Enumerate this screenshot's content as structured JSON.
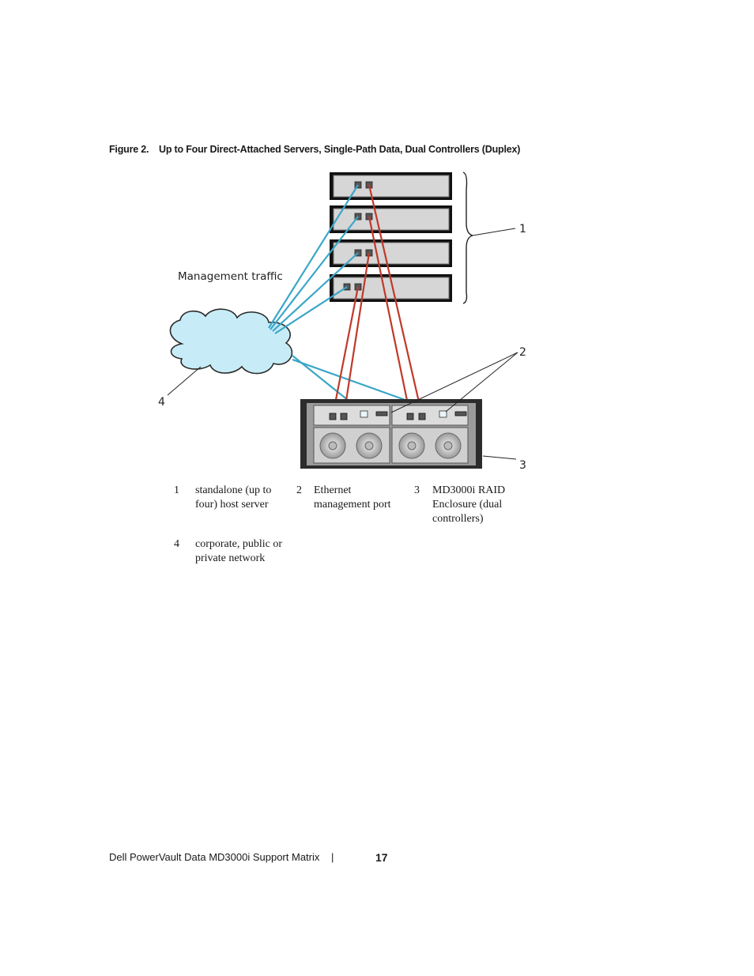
{
  "caption": {
    "number": "Figure 2.",
    "title": "Up to Four Direct-Attached Servers, Single-Path Data, Dual Controllers (Duplex)"
  },
  "diagram": {
    "management_label": "Management traffic",
    "callouts": [
      "1",
      "2",
      "3",
      "4"
    ]
  },
  "legend": [
    {
      "number": "1",
      "text_lines": [
        "standalone (up to",
        "four) host server"
      ]
    },
    {
      "number": "2",
      "text_lines": [
        "Ethernet",
        "management port"
      ]
    },
    {
      "number": "3",
      "text_lines": [
        "MD3000i RAID",
        "Enclosure (dual",
        "controllers)"
      ]
    },
    {
      "number": "4",
      "text_lines": [
        "corporate, public or",
        "private network"
      ]
    }
  ],
  "footer": {
    "doc_title": "Dell PowerVault Data MD3000i Support Matrix",
    "separator": "|",
    "page_number": "17"
  },
  "colors": {
    "management_cable": "#3aa6c8",
    "data_cable": "#c0392b",
    "cloud_fill": "#c7ecf7",
    "chassis": "#333333"
  }
}
